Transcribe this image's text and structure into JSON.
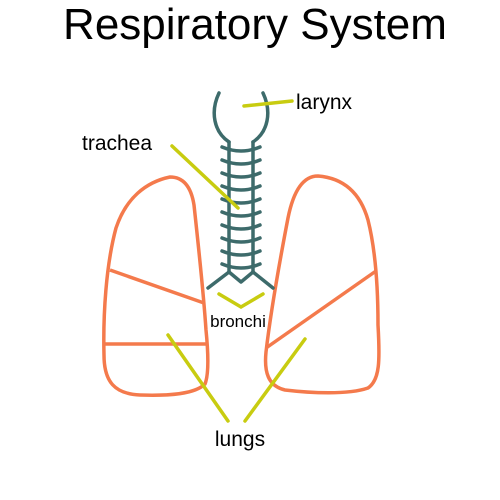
{
  "title": "Respiratory System",
  "labels": {
    "larynx": "larynx",
    "trachea": "trachea",
    "bronchi": "bronchi",
    "lungs": "lungs"
  },
  "colors": {
    "lung_outline": "#f47a4c",
    "airway": "#3d6b6b",
    "pointer": "#c8cc10",
    "text": "#000000"
  }
}
